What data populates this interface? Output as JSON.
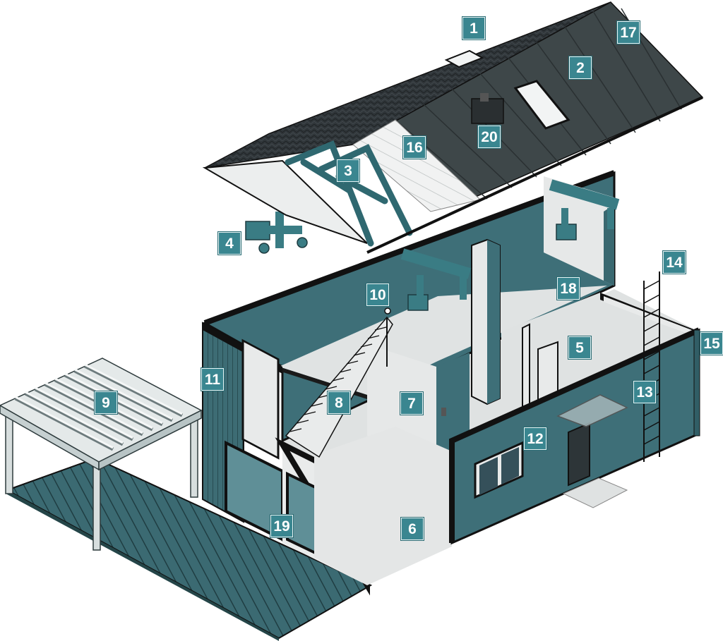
{
  "colors": {
    "teal_wall": "#3e6f78",
    "teal_dark": "#2c5259",
    "roof_dark": "#3d4446",
    "shingle": "#2b2f31",
    "interior_light": "#e3e6e6",
    "outline": "#111111",
    "callout_bg": "#3a8690",
    "callout_text": "#ffffff"
  },
  "callouts": [
    {
      "id": "c1",
      "label": "1"
    },
    {
      "id": "c2",
      "label": "2"
    },
    {
      "id": "c3",
      "label": "3"
    },
    {
      "id": "c4",
      "label": "4"
    },
    {
      "id": "c5",
      "label": "5"
    },
    {
      "id": "c6",
      "label": "6"
    },
    {
      "id": "c7",
      "label": "7"
    },
    {
      "id": "c8",
      "label": "8"
    },
    {
      "id": "c9",
      "label": "9"
    },
    {
      "id": "c10",
      "label": "10"
    },
    {
      "id": "c11",
      "label": "11"
    },
    {
      "id": "c12",
      "label": "12"
    },
    {
      "id": "c13",
      "label": "13"
    },
    {
      "id": "c14",
      "label": "14"
    },
    {
      "id": "c15",
      "label": "15"
    },
    {
      "id": "c16",
      "label": "16"
    },
    {
      "id": "c17",
      "label": "17"
    },
    {
      "id": "c18",
      "label": "18"
    },
    {
      "id": "c19",
      "label": "19"
    },
    {
      "id": "c20",
      "label": "20"
    }
  ]
}
